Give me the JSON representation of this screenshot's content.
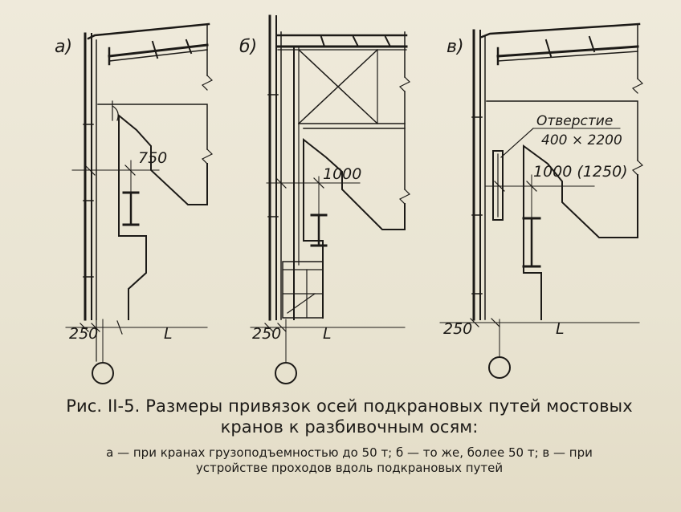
{
  "figure": {
    "panels": [
      {
        "label": "а)",
        "dim_offset": "750",
        "dim_left": "250",
        "dim_span": "L"
      },
      {
        "label": "б)",
        "dim_offset": "1000",
        "dim_left": "250",
        "dim_span": "L"
      },
      {
        "label": "в)",
        "dim_offset": "1000 (1250)",
        "dim_left": "250",
        "dim_span": "L",
        "opening_title": "Отверстие",
        "opening_size": "400 × 2200"
      }
    ]
  },
  "caption": {
    "title_line1": "Рис. II-5. Размеры привязок осей подкрановых путей мостовых",
    "title_line2": "кранов к разбивочным осям:",
    "legend_line1": "а — при кранах грузоподъемностью до 50 т; б — то же, более 50 т; в — при",
    "legend_line2": "устройстве проходов вдоль подкрановых путей"
  },
  "colors": {
    "ink": "#1c1a17",
    "paper": "#ece7d6"
  }
}
